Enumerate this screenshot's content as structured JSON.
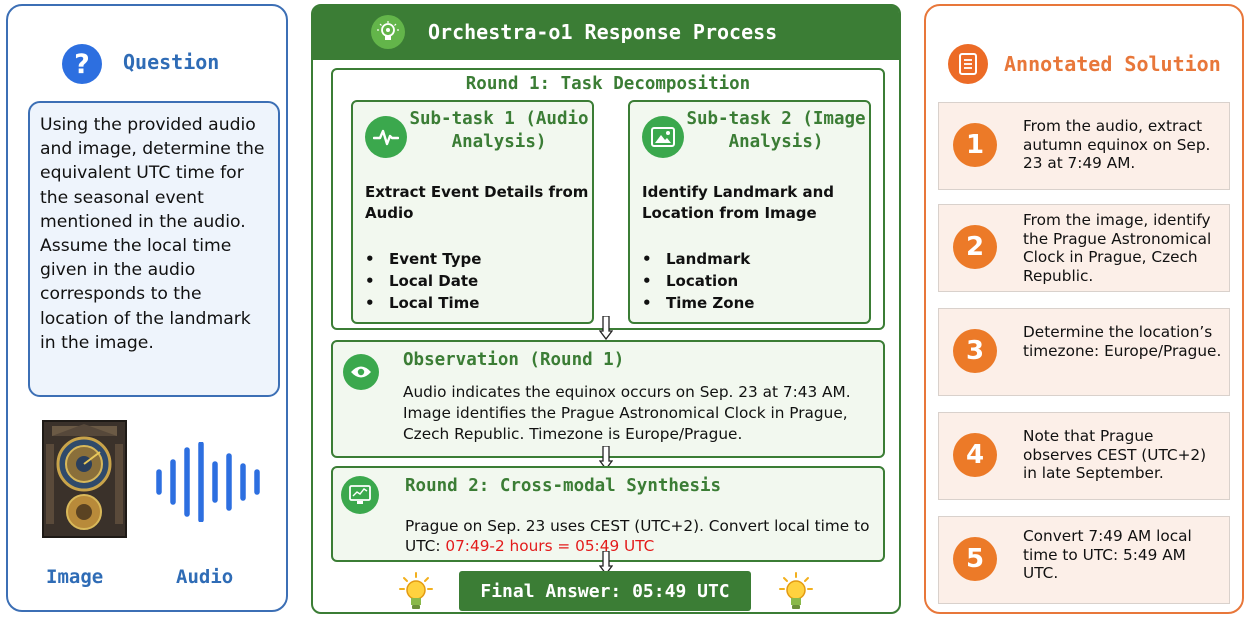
{
  "question_panel": {
    "title": "Question",
    "icon": "question-icon",
    "text": "Using the provided audio and image, determine the equivalent UTC time for the seasonal event mentioned in the audio. Assume the local time given in the audio corresponds to the location of the landmark in the image.",
    "image_label": "Image",
    "audio_label": "Audio"
  },
  "process_panel": {
    "title": "Orchestra-o1 Response Process",
    "round1": {
      "title": "Round 1: Task Decomposition",
      "subtasks": [
        {
          "heading": "Sub-task 1 (Audio Analysis)",
          "icon": "audio-pulse-icon",
          "description": "Extract Event Details from Audio",
          "items": [
            "Event Type",
            "Local Date",
            "Local Time"
          ]
        },
        {
          "heading": "Sub-task 2 (Image Analysis)",
          "icon": "image-icon",
          "description": "Identify Landmark and Location from Image",
          "items": [
            "Landmark",
            "Location",
            "Time Zone"
          ]
        }
      ]
    },
    "observation": {
      "title": "Observation (Round 1)",
      "text": "Audio indicates the equinox occurs on Sep. 23 at 7:43 AM. Image identifies the Prague Astronomical Clock in Prague, Czech Republic. Timezone is Europe/Prague."
    },
    "round2": {
      "title": "Round 2: Cross-modal Synthesis",
      "text": "Prague on Sep. 23 uses CEST (UTC+2). Convert local time to UTC: ",
      "highlight": "07:49-2 hours = 05:49 UTC",
      "highlight_color": "#e31b1b"
    },
    "final_answer": "Final Answer: 05:49 UTC"
  },
  "solution_panel": {
    "title": "Annotated Solution",
    "steps": [
      {
        "num": "1",
        "text": "From the audio, extract autumn equinox on Sep. 23 at 7:49 AM."
      },
      {
        "num": "2",
        "text": "From the image, identify the Prague Astronomical Clock in Prague, Czech Republic."
      },
      {
        "num": "3",
        "text": "Determine the location’s timezone: Europe/Prague."
      },
      {
        "num": "4",
        "text": "Note that Prague observes CEST (UTC+2) in late September."
      },
      {
        "num": "5",
        "text": "Convert 7:49 AM local time to UTC: 5:49 AM UTC."
      }
    ]
  },
  "colors": {
    "blue": "#3c6fb5",
    "green": "#3b7d35",
    "orange": "#e8773a"
  }
}
